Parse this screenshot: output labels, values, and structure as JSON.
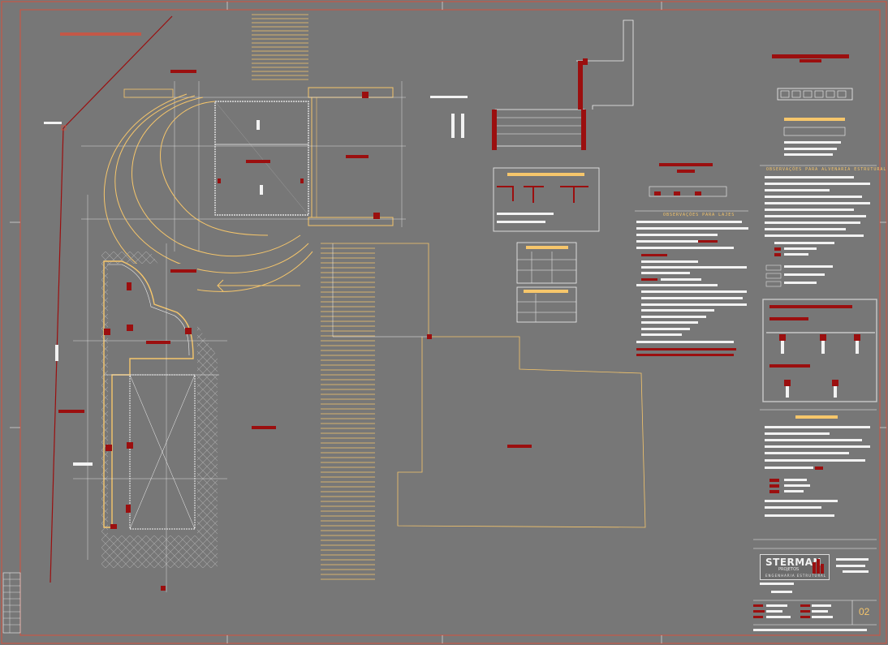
{
  "drawing": {
    "title_slabs": "OBSERVAÇÕES PARA LAJES",
    "title_masonry": "OBSERVAÇÕES PARA ALVENARIA ESTRUTURAL",
    "sheet_number": "02"
  },
  "company": {
    "name": "STERMAN",
    "sub": "PROJETOS",
    "tagline": "ENGENHARIA  ESTRUTURAL"
  },
  "colors": {
    "background": "#777777",
    "border": "#d6503c",
    "line_white": "#f2f2f2",
    "line_orange": "#f6c66b",
    "fill_red": "#9b0f0f",
    "hatch": "#a8a8a8"
  }
}
